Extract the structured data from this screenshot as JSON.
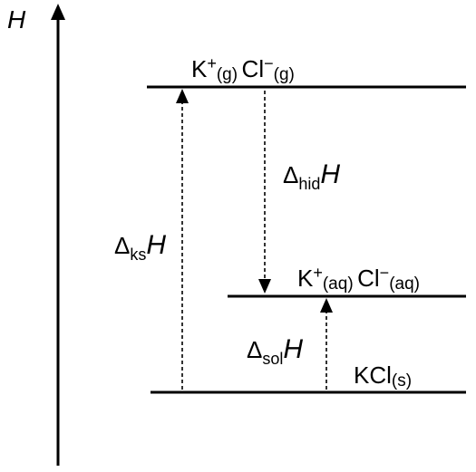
{
  "axis": {
    "label": "H"
  },
  "levels": {
    "gas_ions": {
      "cation": "K",
      "cation_charge": "+",
      "cation_state": "(g)",
      "anion": "Cl",
      "anion_charge": "−",
      "anion_state": "(g)"
    },
    "aqueous_ions": {
      "cation": "K",
      "cation_charge": "+",
      "cation_state": "(aq)",
      "anion": "Cl",
      "anion_charge": "−",
      "anion_state": "(aq)"
    },
    "solid": {
      "formula": "KCl",
      "state": "(s)"
    }
  },
  "transitions": {
    "lattice": {
      "delta": "Δ",
      "subscript": "ks",
      "symbol": "H"
    },
    "hydration": {
      "delta": "Δ",
      "subscript": "hid",
      "symbol": "H"
    },
    "solution": {
      "delta": "Δ",
      "subscript": "sol",
      "symbol": "H"
    }
  }
}
